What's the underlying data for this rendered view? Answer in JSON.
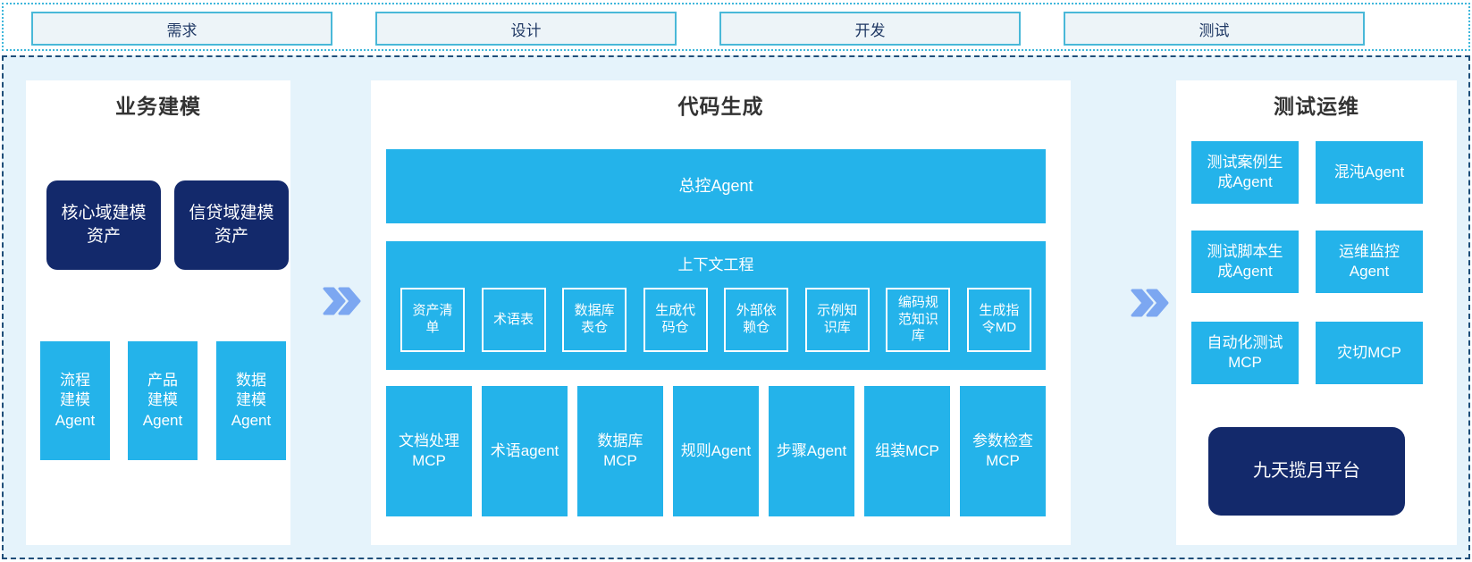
{
  "colors": {
    "accent_cyan": "#24B3EA",
    "accent_navy": "#13296B",
    "canvas_bg": "#E5F3FB",
    "chevron_blue": "#7CA7F1",
    "phase_box_fill": "#EDF4F8",
    "phase_box_border": "#49B8D8",
    "strip_dotted_border": "#3FB7DB",
    "main_dashed_border": "#1F4E79"
  },
  "phases": [
    {
      "label": "需求"
    },
    {
      "label": "设计"
    },
    {
      "label": "开发"
    },
    {
      "label": "测试"
    }
  ],
  "business_modeling": {
    "title": "业务建模",
    "assets": [
      {
        "label": "核心域建模资产"
      },
      {
        "label": "信贷域建模资产"
      }
    ],
    "agents": [
      {
        "label": "流程建模Agent"
      },
      {
        "label": "产品建模Agent"
      },
      {
        "label": "数据建模Agent"
      }
    ]
  },
  "code_generation": {
    "title": "代码生成",
    "master_agent": "总控Agent",
    "context_engineering": {
      "title": "上下文工程",
      "items": [
        {
          "label": "资产清单"
        },
        {
          "label": "术语表"
        },
        {
          "label": "数据库表仓"
        },
        {
          "label": "生成代码仓"
        },
        {
          "label": "外部依赖仓"
        },
        {
          "label": "示例知识库"
        },
        {
          "label": "编码规范知识库"
        },
        {
          "label": "生成指令MD"
        }
      ]
    },
    "tools": [
      {
        "label": "文档处理MCP"
      },
      {
        "label": "术语agent"
      },
      {
        "label": "数据库MCP"
      },
      {
        "label": "规则Agent"
      },
      {
        "label": "步骤Agent"
      },
      {
        "label": "组装MCP"
      },
      {
        "label": "参数检查MCP"
      }
    ]
  },
  "test_ops": {
    "title": "测试运维",
    "boxes": [
      {
        "label": "测试案例生成Agent"
      },
      {
        "label": "混沌Agent"
      },
      {
        "label": "测试脚本生成Agent"
      },
      {
        "label": "运维监控Agent"
      },
      {
        "label": "自动化测试MCP"
      },
      {
        "label": "灾切MCP"
      }
    ],
    "platform": {
      "label": "九天揽月平台"
    }
  }
}
